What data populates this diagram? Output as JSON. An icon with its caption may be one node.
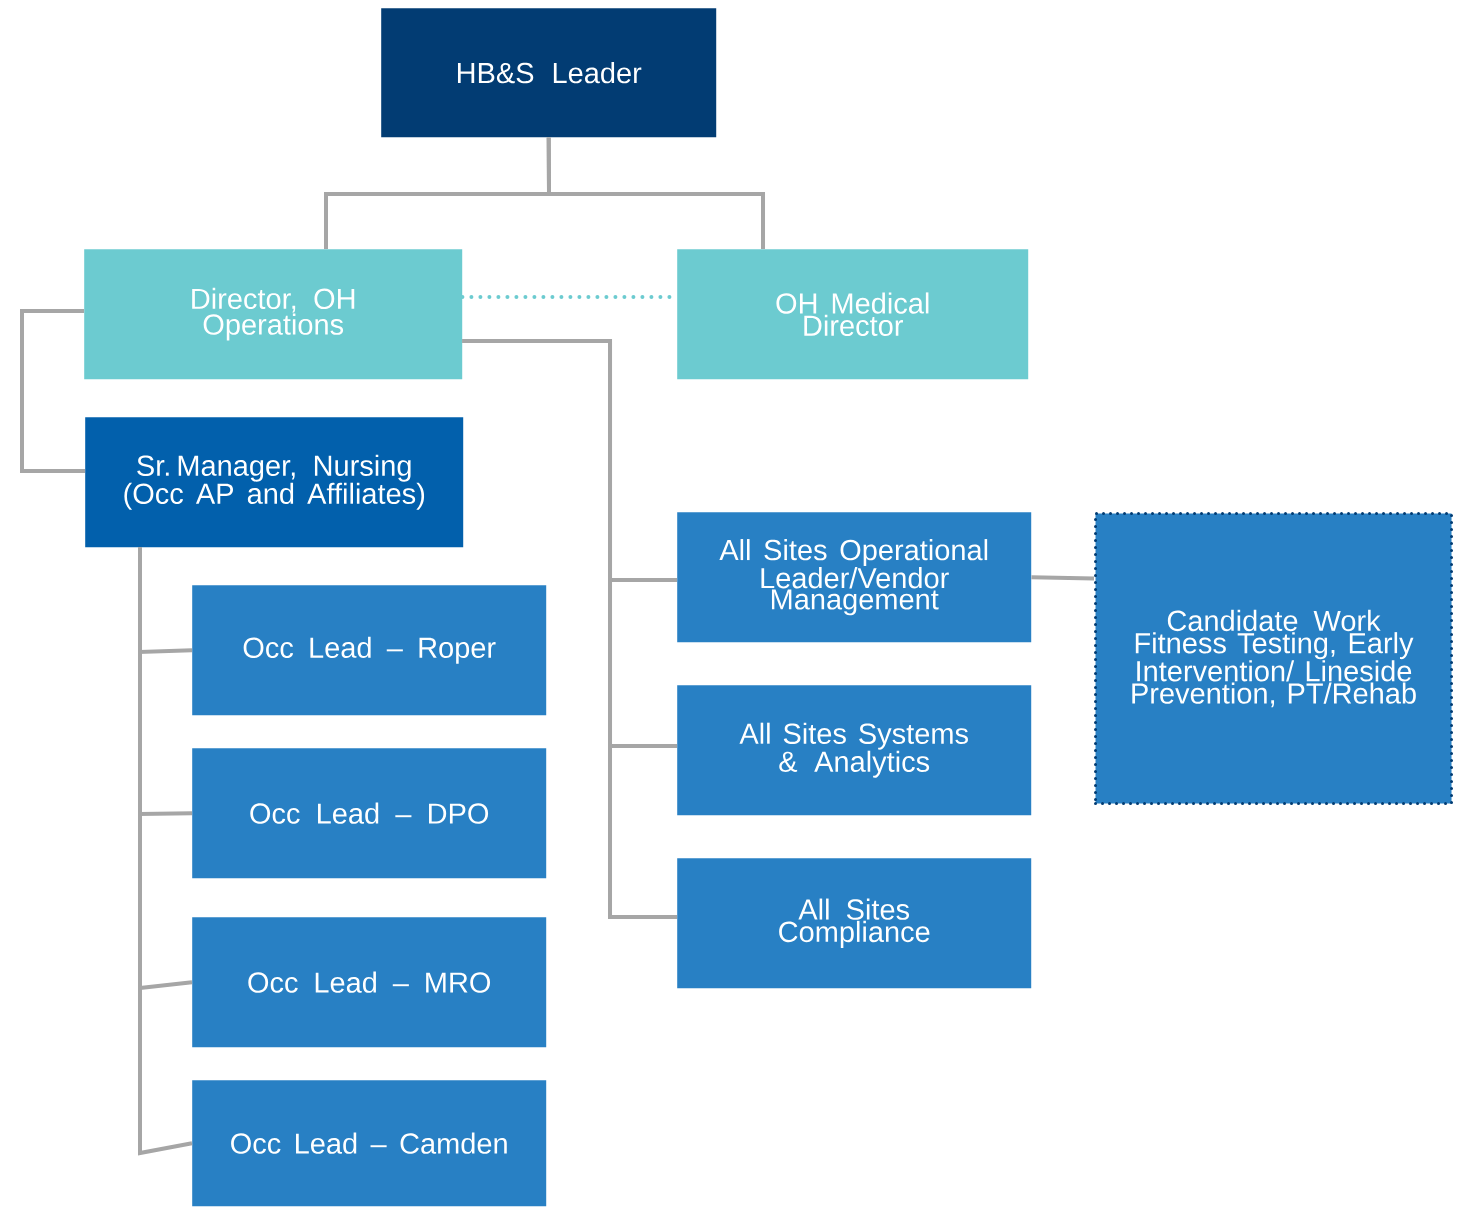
{
  "diagram": {
    "nodes": [
      {
        "text": [
          "HB&S Leader"
        ]
      },
      {
        "text": [
          "Director, OH Operations"
        ]
      },
      {
        "text": [
          "OH Medical Director"
        ]
      },
      {
        "text": [
          "Sr. Manager, Nursing (Occ AP and Affiliates)"
        ]
      },
      {
        "text": [
          "Occ Lead – Roper"
        ]
      },
      {
        "text": [
          "Occ Lead – DPO"
        ]
      },
      {
        "text": [
          "Occ Lead – MRO"
        ]
      },
      {
        "text": [
          "Occ Lead – Camden"
        ]
      },
      {
        "text": [
          "All Sites Operational Leader/Vendor Management"
        ]
      },
      {
        "text": [
          "All Sites Systems & Analytics"
        ]
      },
      {
        "text": [
          "All Sites Compliance"
        ]
      },
      {
        "text": [
          "Candidate Work Fitness Testing, Early Intervention/ Lineside Prevention, PT/Rehab"
        ]
      }
    ],
    "edges": [
      {
        "from": 0,
        "to": 1,
        "arrow": "none"
      },
      {
        "from": 0,
        "to": 2,
        "arrow": "none"
      },
      {
        "from": 1,
        "to": 2,
        "arrow": "none",
        "style": "dashed",
        "color": "#6ccbd0"
      },
      {
        "from": 1,
        "to": 3,
        "arrow": "none"
      },
      {
        "from": 3,
        "to": 4,
        "arrow": "none"
      },
      {
        "from": 3,
        "to": 5,
        "arrow": "none"
      },
      {
        "from": 3,
        "to": 6,
        "arrow": "none"
      },
      {
        "from": 3,
        "to": 7,
        "arrow": "none"
      },
      {
        "from": 1,
        "to": 8,
        "arrow": "none"
      },
      {
        "from": 1,
        "to": 9,
        "arrow": "none"
      },
      {
        "from": 1,
        "to": 10,
        "arrow": "none"
      },
      {
        "from": 8,
        "to": 11,
        "arrow": "none"
      }
    ]
  }
}
